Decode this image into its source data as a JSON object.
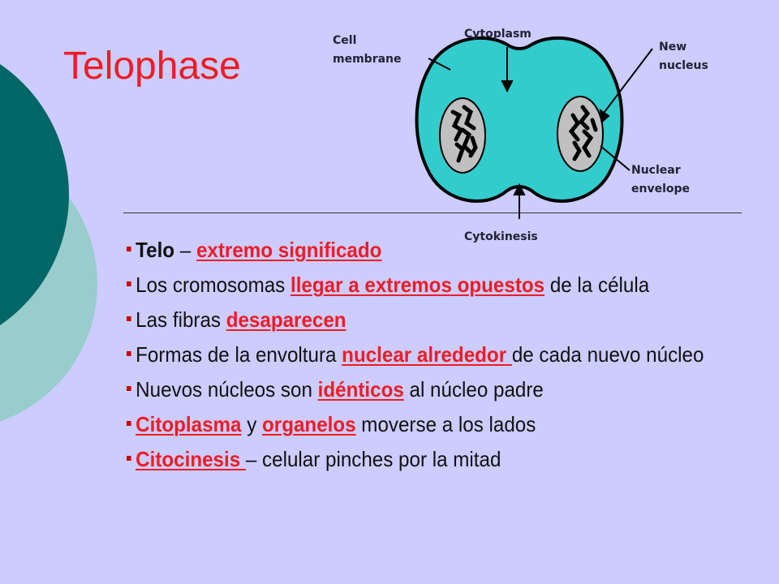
{
  "slide": {
    "title": "Telophase"
  },
  "colors": {
    "background": "#ccccff",
    "title_red": "#ee1c24",
    "circle_dark": "#006666",
    "circle_light": "#99cccc",
    "cytoplasm": "#33cccc",
    "nucleus": "#c0c0c0",
    "bullet": "#cc0000"
  },
  "diagram": {
    "labels": {
      "cytoplasm": "Cytoplasm",
      "cell_membrane_line1": "Cell",
      "cell_membrane_line2": "membrane",
      "new_nucleus_line1": "New",
      "new_nucleus_line2": "nucleus",
      "nuclear_envelope_line1": "Nuclear",
      "nuclear_envelope_line2": "envelope",
      "cytokinesis": "Cytokinesis"
    }
  },
  "bullets": [
    {
      "before": "",
      "term": "Telo",
      "mid": " – ",
      "highlight": "extremo significado",
      "after": ""
    },
    {
      "before": "Los cromosomas ",
      "highlight": "llegar a extremos opuestos",
      "after": " de la célula"
    },
    {
      "before": "Las fibras ",
      "highlight": "desaparecen",
      "after": ""
    },
    {
      "before": "Formas de la envoltura ",
      "highlight": "nuclear alrededor ",
      "after": "de cada nuevo núcleo"
    },
    {
      "before": "Nuevos núcleos son ",
      "highlight": "idénticos",
      "after": " al núcleo padre"
    },
    {
      "before": "",
      "highlight": "Citoplasma",
      "mid": " y ",
      "highlight2": "organelos",
      "after": " moverse a los lados"
    },
    {
      "before": "",
      "highlight": "Citocinesis ",
      "after": "– celular pinches por la mitad"
    }
  ]
}
